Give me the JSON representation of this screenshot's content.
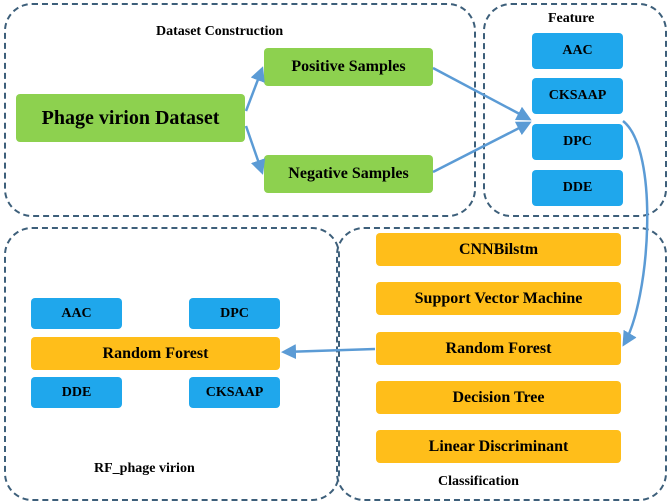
{
  "panels": {
    "dataset": {
      "title": "Dataset Construction"
    },
    "feature": {
      "title": "Feature"
    },
    "rf": {
      "title": "RF_phage virion"
    },
    "classification": {
      "title": "Classification"
    }
  },
  "dataset": {
    "main": "Phage virion Dataset",
    "positive": "Positive Samples",
    "negative": "Negative Samples"
  },
  "features": [
    "AAC",
    "CKSAAP",
    "DPC",
    "DDE"
  ],
  "classifiers": [
    "CNNBilstm",
    "Support Vector Machine",
    "Random Forest",
    "Decision Tree",
    "Linear Discriminant"
  ],
  "rf_model": {
    "top_left": "AAC",
    "top_right": "DPC",
    "center": "Random Forest",
    "bottom_left": "DDE",
    "bottom_right": "CKSAAP"
  },
  "colors": {
    "dataset_box": "#8dd14f",
    "feature_box": "#1fa7ec",
    "classifier_box": "#ffbe1a",
    "arrow": "#5b9bd5",
    "panel_border": "#3d5f7a"
  }
}
